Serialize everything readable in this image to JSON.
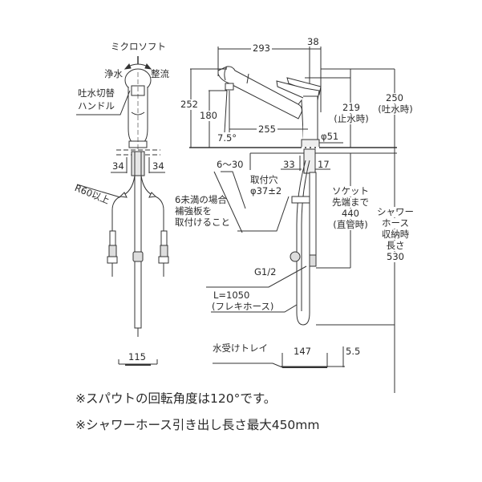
{
  "front_view": {
    "rotation_label": "ミクロソフト",
    "left_mode": "浄水",
    "right_mode": "整流",
    "handle_label_line1": "吐水切替",
    "handle_label_line2": "ハンドル",
    "dim_left": "34",
    "dim_right": "34",
    "bend_radius": "R60以上",
    "reinforcement_note_line1": "6未満の場合",
    "reinforcement_note_line2": "補強板を",
    "reinforcement_note_line3": "取付けること",
    "base_width": "115"
  },
  "side_view": {
    "dim_total_reach": "293",
    "dim_handle_offset": "38",
    "dim_height_total": "252",
    "dim_spout_height": "180",
    "dim_angle": "7.5°",
    "dim_spout_reach": "255",
    "dim_base_diameter": "φ51",
    "dim_stop_height": "219",
    "dim_stop_height_note": "(止水時)",
    "dim_open_height": "250",
    "dim_open_height_note": "(吐水時)",
    "dim_counter_thickness": "6〜30",
    "dim_left_offset": "33",
    "dim_right_offset": "17",
    "mount_hole_label": "取付穴",
    "mount_hole_size": "φ37±2",
    "socket_label_line1": "ソケット",
    "socket_label_line2": "先端まで",
    "socket_length": "440",
    "socket_note": "(直管時)",
    "hose_stored_line1": "シャワー",
    "hose_stored_line2": "ホース",
    "hose_stored_line3": "収納時",
    "hose_stored_line4": "長さ",
    "hose_stored_length": "530",
    "thread_label": "G1/2",
    "flex_hose_length": "L=1050",
    "flex_hose_label": "(フレキホース)",
    "tray_label": "水受けトレイ",
    "tray_width": "147",
    "tray_height": "5.5"
  },
  "notes": [
    "※スパウトの回転角度は120°です。",
    "※シャワーホース引き出し長さ最大450mm"
  ],
  "colors": {
    "line": "#333333",
    "fill_light": "#f2f2f2",
    "fill_mid": "#d9d9d9",
    "text": "#2a2a2a"
  }
}
